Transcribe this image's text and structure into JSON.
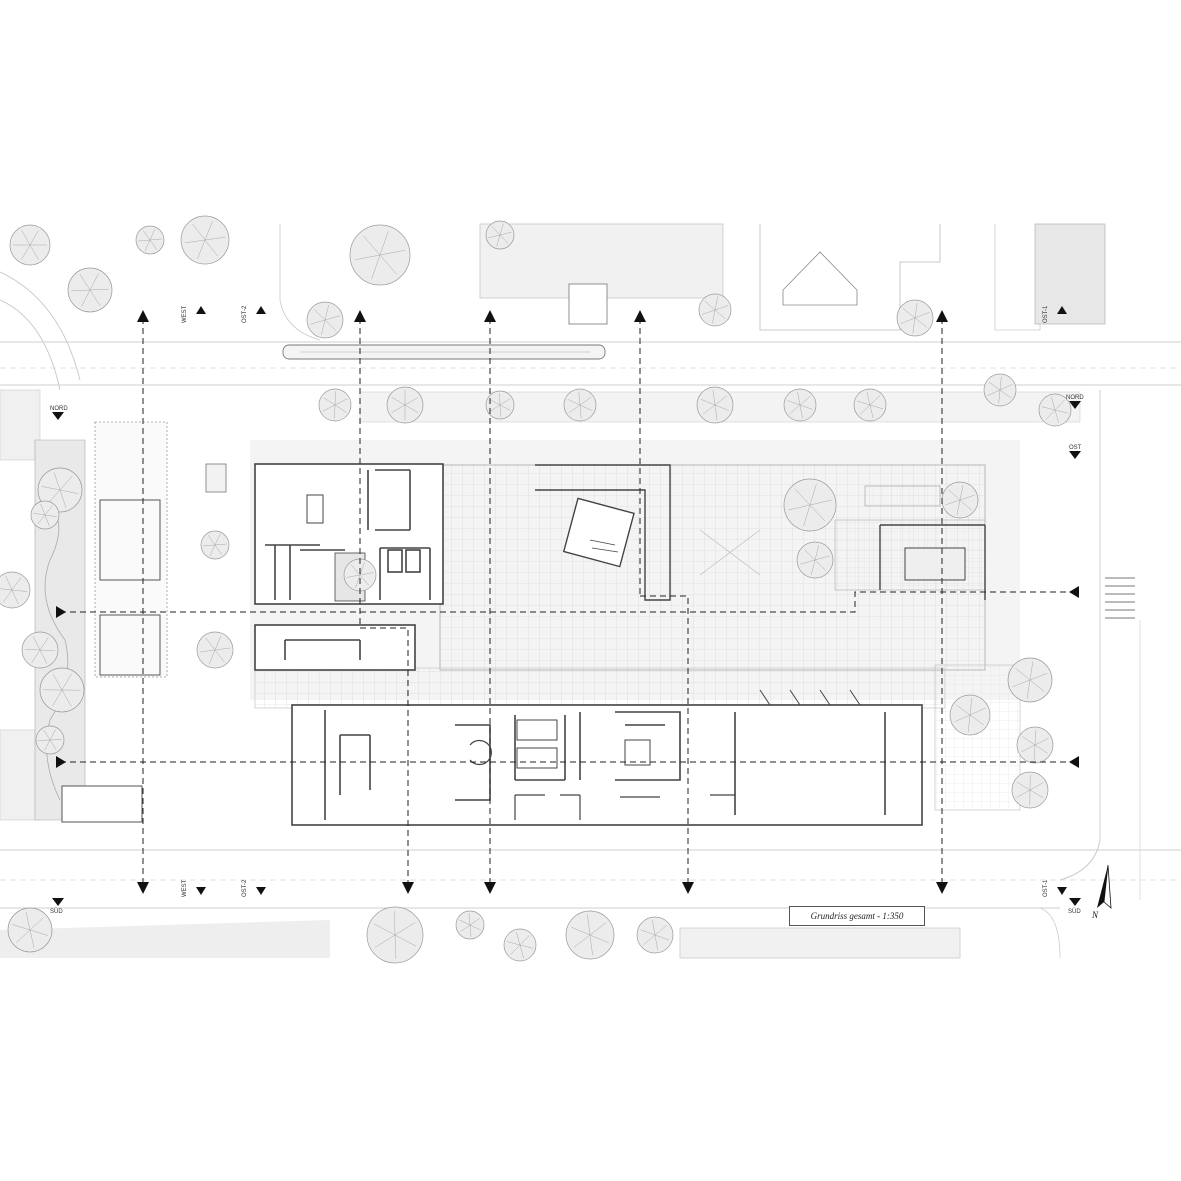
{
  "drawing": {
    "caption": "Grundriss gesamt - 1:350",
    "north_letter": "N"
  },
  "section_markers": {
    "top": {
      "west": "WEST",
      "ost2": "OST-2",
      "ost1": "OST-1"
    },
    "bottom": {
      "west": "WEST",
      "ost2": "OST-2",
      "ost1": "OST-1",
      "sued": "SÜD"
    },
    "left": {
      "nord": "NORD"
    },
    "right": {
      "nord": "NORD",
      "ost": "OST"
    }
  },
  "colors": {
    "line": "#555555",
    "light_line": "#bdbdbd",
    "ground_shade": "#ededed",
    "tree": "#9a9a9a",
    "section_line": "#222222"
  }
}
